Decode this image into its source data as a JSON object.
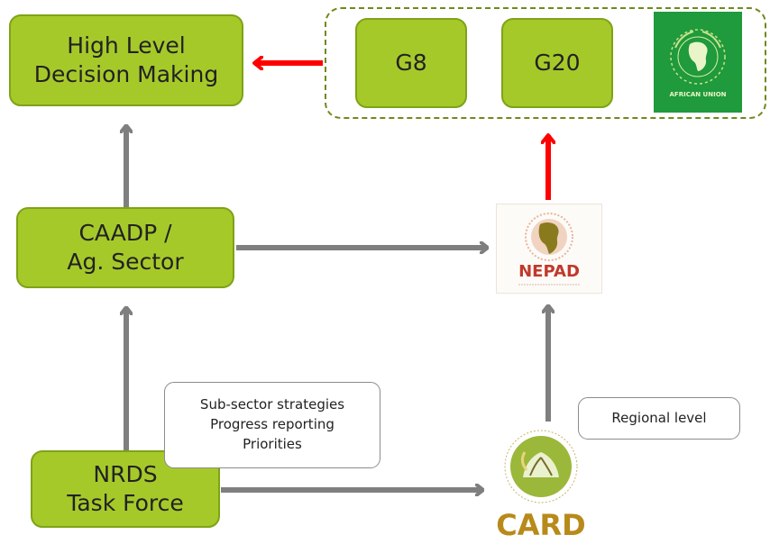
{
  "colors": {
    "box_fill": "#a6c92a",
    "box_border": "#7ea316",
    "arrow_gray": "#7f7f7f",
    "arrow_red": "#ff0000",
    "au_green": "#1f9a3c"
  },
  "boxes": {
    "high_level": {
      "line1": "High Level",
      "line2": "Decision Making"
    },
    "g8": {
      "label": "G8"
    },
    "g20": {
      "label": "G20"
    },
    "caadp": {
      "line1": "CAADP /",
      "line2": "Ag. Sector"
    },
    "nrds": {
      "line1": "NRDS",
      "line2": "Task Force"
    }
  },
  "notes": {
    "sub_sector": {
      "line1": "Sub-sector strategies",
      "line2": "Progress reporting",
      "line3": "Priorities"
    },
    "regional": {
      "label": "Regional level"
    }
  },
  "logos": {
    "african_union": {
      "icon": "african-union-emblem",
      "text": "AFRICAN UNION"
    },
    "nepad": {
      "icon": "nepad-africa-logo",
      "text": "NEPAD"
    },
    "card": {
      "icon": "card-rice-hands-logo",
      "text": "CARD"
    }
  }
}
